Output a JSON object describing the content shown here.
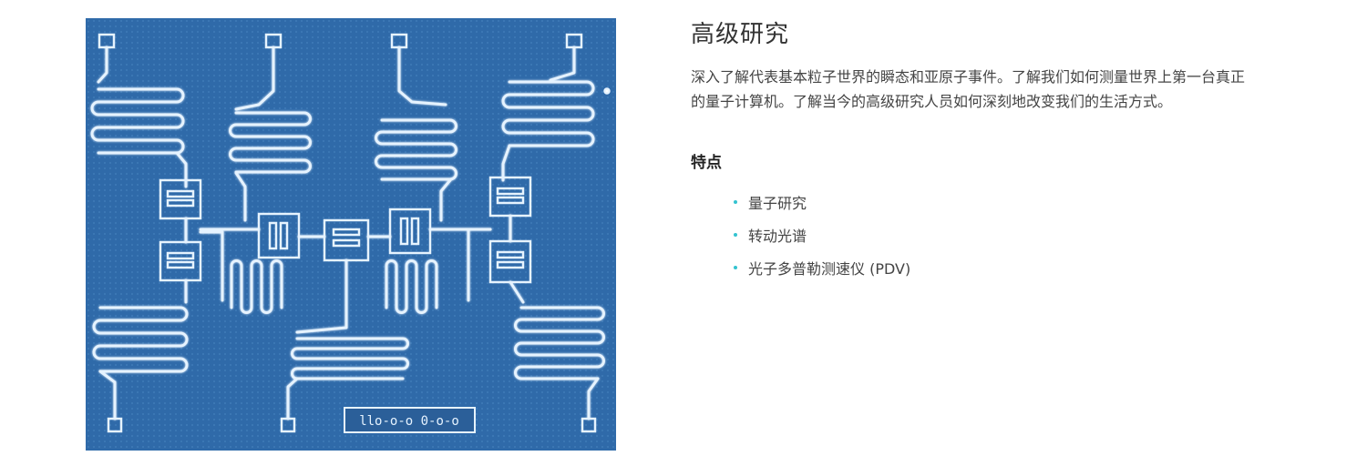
{
  "image": {
    "alt": "",
    "chip_label": "llo-o-o 0-o-o"
  },
  "content": {
    "title": "高级研究",
    "description": "深入了解代表基本粒子世界的瞬态和亚原子事件。了解我们如何测量世界上第一台真正的量子计算机。了解当今的高级研究人员如何深刻地改变我们的生活方式。",
    "features_heading": "特点",
    "features": [
      "量子研究",
      "转动光谱",
      "光子多普勒测速仪 (PDV)"
    ]
  },
  "colors": {
    "bullet": "#33c3d0",
    "chip_background": "#2f6aa9",
    "chip_trace": "#e6f3ff"
  },
  "icons": [
    "bullet-dot-icon"
  ]
}
